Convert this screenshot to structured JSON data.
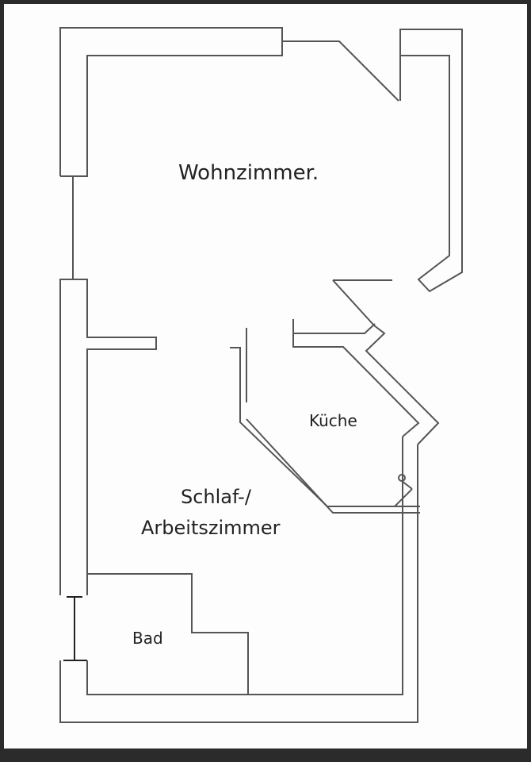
{
  "floor_plan": {
    "rooms": {
      "living_room": "Wohnzimmer.",
      "kitchen": "Küche",
      "bedroom_line1": "Schlaf-/",
      "bedroom_line2": "Arbeitszimmer",
      "bathroom": "Bad"
    },
    "colors": {
      "background": "#2b2b2b",
      "paper": "#fdfdfd",
      "wall": "#555555"
    }
  }
}
